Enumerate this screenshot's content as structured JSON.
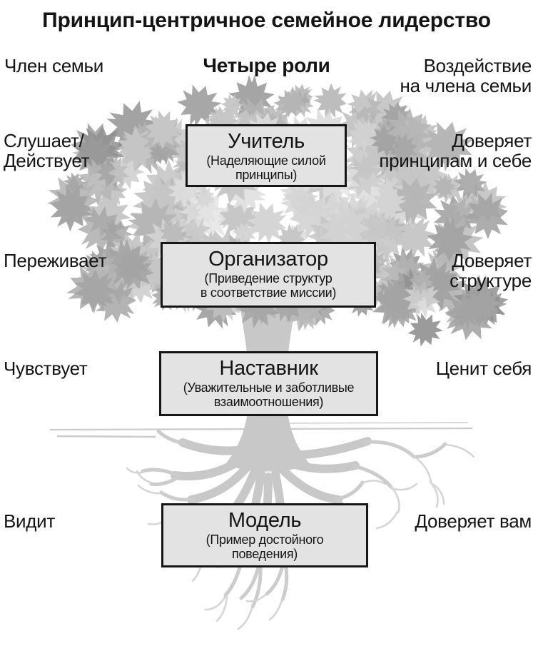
{
  "title": "Принцип-центричное семейное лидерство",
  "columns": {
    "member_header": "Член семьи",
    "roles_header": "Четыре роли",
    "impact_header_line1": "Воздействие",
    "impact_header_line2": "на члена семьи"
  },
  "rows": [
    {
      "member_line1": "Слушает/",
      "member_line2": "Действует",
      "role": "Учитель",
      "role_sub1": "(Наделяющие силой",
      "role_sub2": "принципы)",
      "impact_line1": "Доверяет",
      "impact_line2": "принципам и себе"
    },
    {
      "member_line1": "Переживает",
      "member_line2": "",
      "role": "Организатор",
      "role_sub1": "(Приведение структур",
      "role_sub2": "в соответствие миссии)",
      "impact_line1": "Доверяет",
      "impact_line2": "структуре"
    },
    {
      "member_line1": "Чувствует",
      "member_line2": "",
      "role": "Наставник",
      "role_sub1": "(Уважительные и заботливые",
      "role_sub2": "взаимоотношения)",
      "impact_line1": "Ценит себя",
      "impact_line2": ""
    },
    {
      "member_line1": "Видит",
      "member_line2": "",
      "role": "Модель",
      "role_sub1": "(Пример достойного",
      "role_sub2": "поведения)",
      "impact_line1": "Доверяет вам",
      "impact_line2": ""
    }
  ],
  "colors": {
    "box_fill": "#e3e3e3",
    "box_border": "#161616",
    "text": "#141414",
    "trunk": "#c8c8c8",
    "root": "#c9c9c9",
    "ground": "#b8b8b8",
    "leaf_grays": [
      "#ececec",
      "#e1e1e1",
      "#d4d4d4",
      "#c6c6c6",
      "#b5b5b5",
      "#a3a3a3",
      "#919191"
    ]
  }
}
